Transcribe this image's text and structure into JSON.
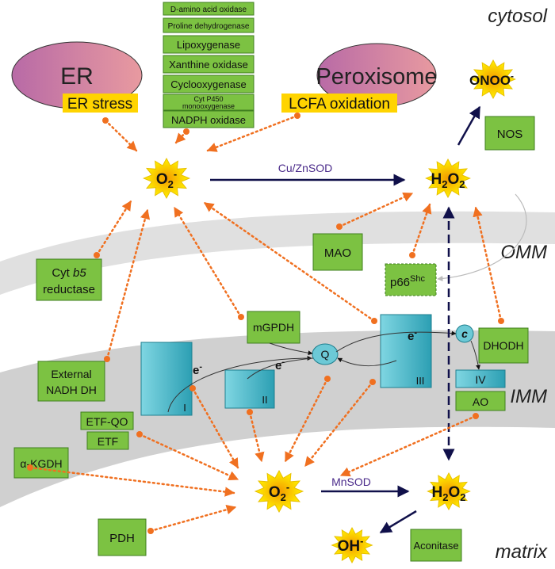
{
  "compartments": {
    "cytosol": "cytosol",
    "omm": "OMM",
    "imm": "IMM",
    "matrix": "matrix"
  },
  "organelles": {
    "er": "ER",
    "peroxisome": "Peroxisome"
  },
  "highlights": {
    "er_stress": "ER stress",
    "lcfa": "LCFA oxidation"
  },
  "cytosol_enzymes": [
    "D-amino acid oxidase",
    "Proline dehydrogenase",
    "Lipoxygenase",
    "Xanthine oxidase",
    "Cyclooxygenase",
    "Cyt P450",
    "monooxygenase",
    "NADPH oxidase"
  ],
  "species": {
    "superoxide": {
      "base": "O",
      "sub": "2",
      "sup": "-"
    },
    "h2o2": {
      "a": "H",
      "b": "2",
      "c": "O",
      "d": "2"
    },
    "peroxynitrite": {
      "base": "ONOO",
      "sup": "-"
    },
    "hydroxyl": {
      "base": "OH",
      "sup": "-"
    }
  },
  "enzymes": {
    "cuznsod": "Cu/ZnSOD",
    "mnsod": "MnSOD",
    "nos": "NOS",
    "mao": "MAO",
    "p66": "p66",
    "p66_sup": "Shc",
    "cyt_b5": "Cyt ",
    "cyt_b5_italic": "b5",
    "reductase": "reductase",
    "ext_nadh_1": "External",
    "ext_nadh_2": "NADH DH",
    "etf_qo": "ETF-QO",
    "etf": "ETF",
    "akgdh": "α-KGDH",
    "pdh": "PDH",
    "aconitase": "Aconitase",
    "mgpdh": "mGPDH",
    "dhodh": "DHODH",
    "complex_iv": "IV",
    "ao": "AO"
  },
  "etc": {
    "complex_i": "I",
    "complex_ii": "II",
    "complex_iii": "III",
    "quinone": "Q",
    "cytc": "c",
    "electron": "e",
    "electron_sup": "-"
  },
  "colors": {
    "green_box": "#7cc242",
    "orange_dots": "#f07020",
    "navy_arrows": "#10104a",
    "star_outer": "#ffe600",
    "star_inner": "#f6a800",
    "complex_teal": "#3fb3c4",
    "highlight": "#ffd400"
  }
}
